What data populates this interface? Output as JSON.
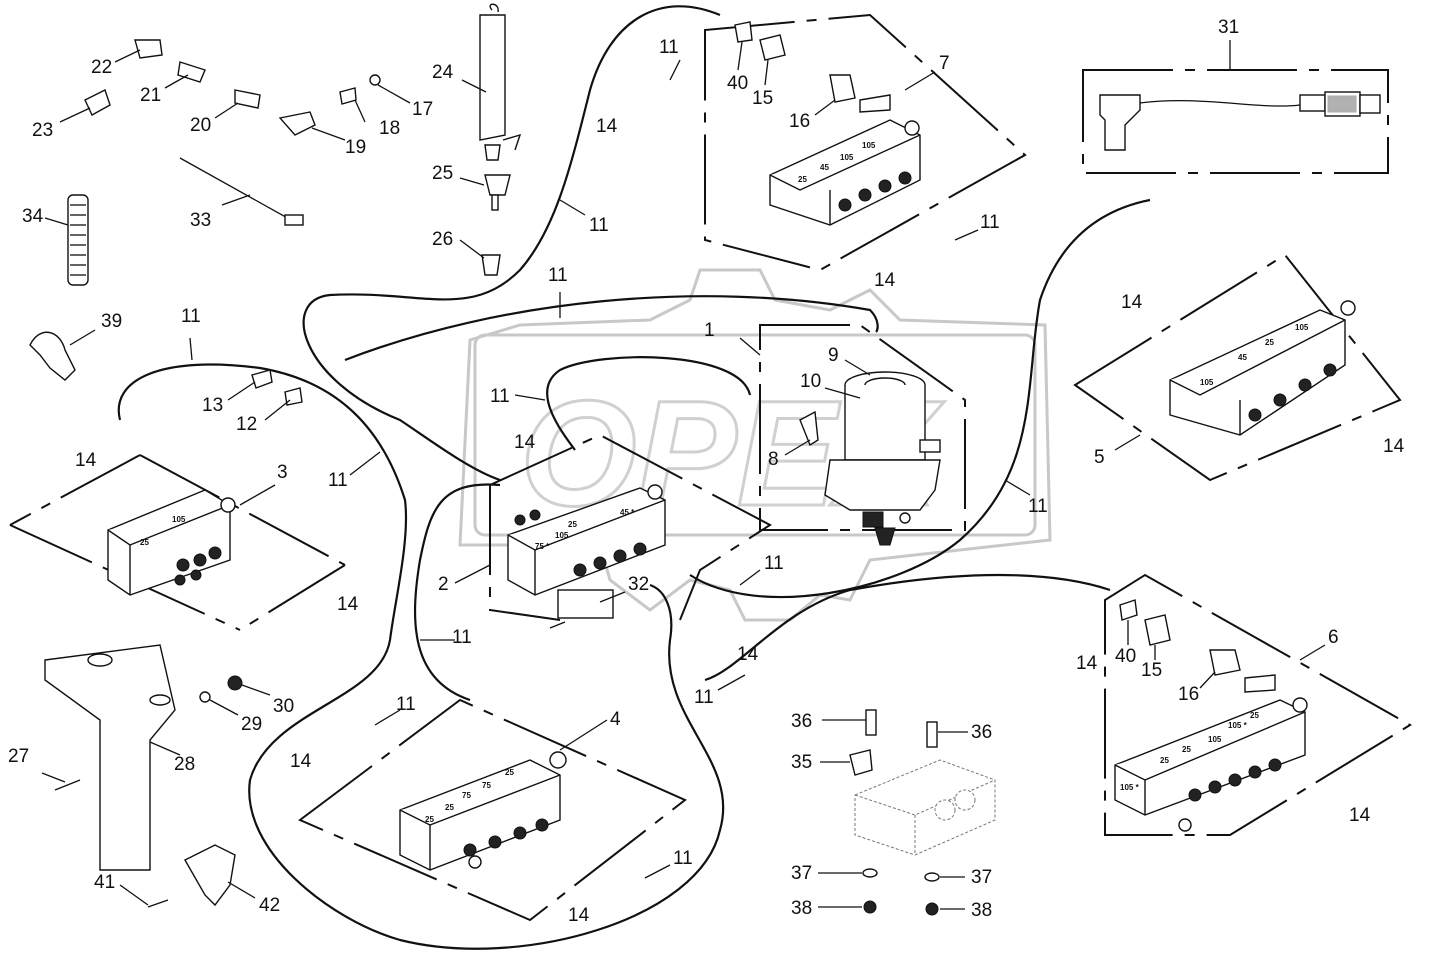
{
  "watermark": "OPEX",
  "block_labels": {
    "block_3": [
      "105",
      "25"
    ],
    "block_2": [
      "45 *",
      "25",
      "105",
      "75 *"
    ],
    "block_7": [
      "105",
      "105",
      "45",
      "25"
    ],
    "block_5": [
      "105",
      "25",
      "45",
      "105"
    ],
    "block_4": [
      "25",
      "75",
      "75",
      "25",
      "25"
    ],
    "block_6": [
      "25",
      "105 *",
      "105",
      "25",
      "25",
      "105 *"
    ]
  },
  "callouts": [
    "1",
    "2",
    "3",
    "4",
    "5",
    "6",
    "7",
    "8",
    "9",
    "10",
    "11",
    "12",
    "13",
    "14",
    "15",
    "16",
    "17",
    "18",
    "19",
    "20",
    "21",
    "22",
    "23",
    "24",
    "25",
    "26",
    "27",
    "28",
    "29",
    "30",
    "31",
    "32",
    "33",
    "34",
    "35",
    "36",
    "37",
    "38",
    "39",
    "40",
    "41",
    "42"
  ]
}
